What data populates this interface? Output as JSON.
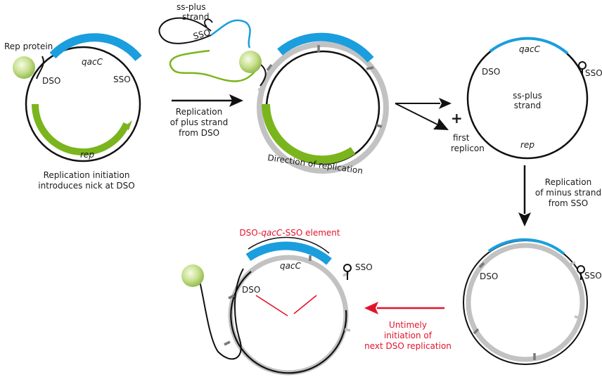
{
  "panel1": {
    "rep_protein": "Rep protein",
    "qacC": "qacC",
    "DSO": "DSO",
    "SSO": "SSO",
    "rep": "rep",
    "caption_line1": "Replication initiation",
    "caption_line2": "introduces nick at DSO"
  },
  "arrow1": {
    "line1": "Replication",
    "line2": "of plus strand",
    "line3": "from DSO"
  },
  "panel2": {
    "ss_plus_line1": "ss-plus",
    "ss_plus_line2": "strand",
    "SSO": "SSO",
    "direction": "Direction of replication"
  },
  "split": {
    "plus": "+",
    "first_line1": "first",
    "first_line2": "replicon"
  },
  "panel3": {
    "qacC": "qacC",
    "DSO": "DSO",
    "SSO": "SSO",
    "center_line1": "ss-plus",
    "center_line2": "strand",
    "rep": "rep"
  },
  "arrow_down": {
    "line1": "Replication",
    "line2": "of minus strand",
    "line3": "from SSO"
  },
  "panel4": {
    "DSO": "DSO",
    "SSO": "SSO"
  },
  "arrow_red": {
    "line1": "Untimely",
    "line2": "initiation of",
    "line3": "next DSO replication"
  },
  "panel5": {
    "title_pre": "DSO-",
    "title_ital": "qacC",
    "title_post": "-SSO element",
    "qacC": "qacC",
    "DSO": "DSO",
    "SSO": "SSO"
  },
  "colors": {
    "blue": "#1a9ede",
    "green": "#7ab51d",
    "gray": "#c2c2c2",
    "darkgray": "#7a7a7a",
    "red": "#e3132b"
  }
}
